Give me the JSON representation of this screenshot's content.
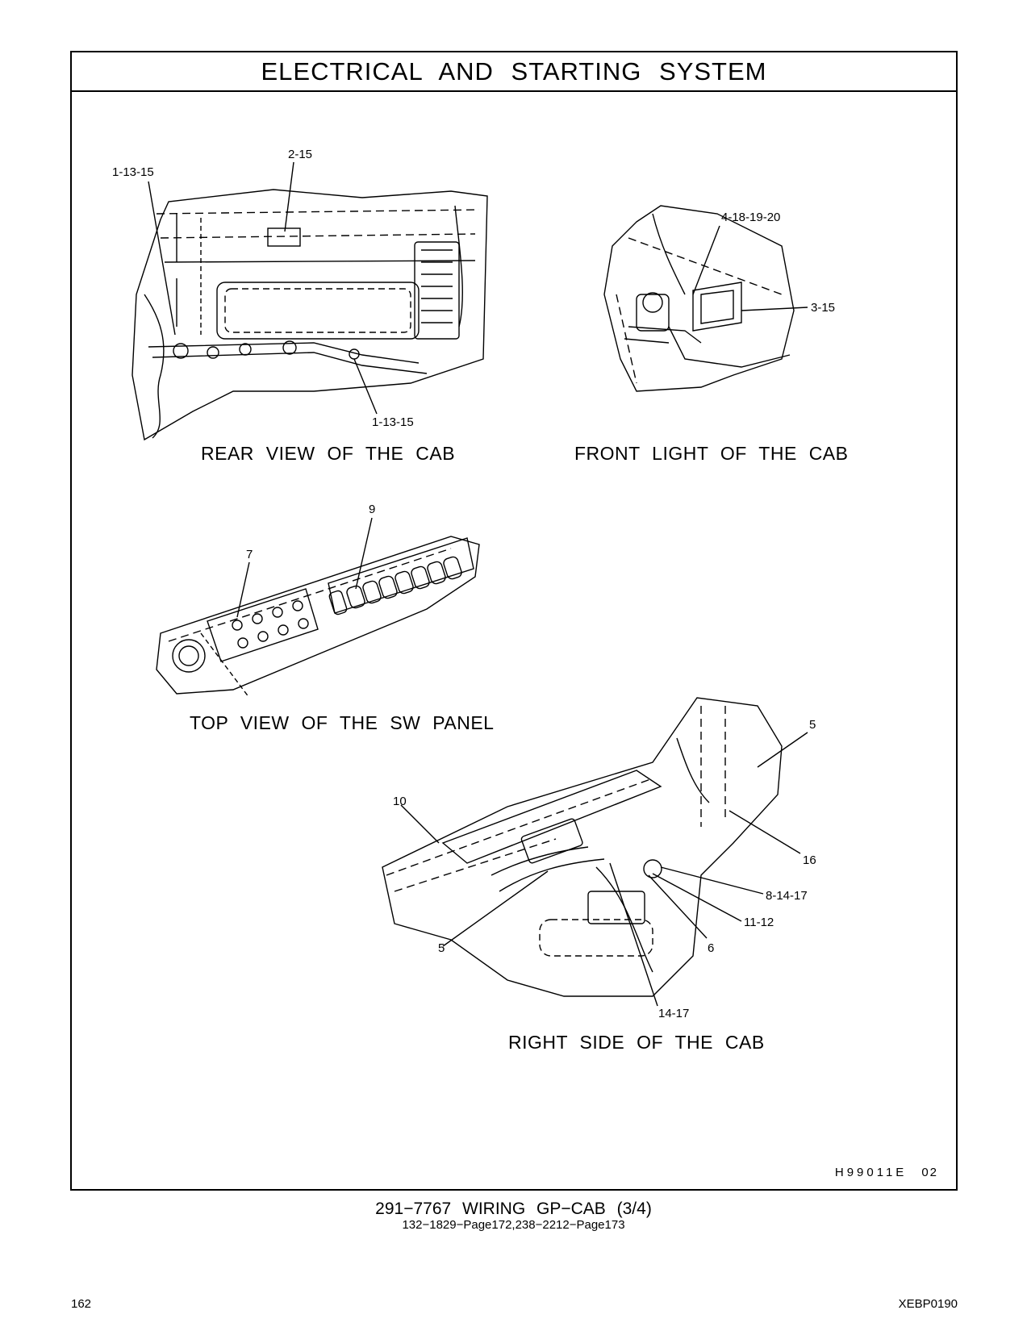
{
  "header": {
    "title": "ELECTRICAL AND STARTING SYSTEM"
  },
  "views": {
    "rear": {
      "caption": "REAR VIEW OF THE CAB",
      "callouts": [
        "1-13-15",
        "2-15",
        "1-13-15"
      ]
    },
    "front_light": {
      "caption": "FRONT LIGHT OF THE CAB",
      "callouts": [
        "4-18-19-20",
        "3-15"
      ]
    },
    "sw_panel": {
      "caption": "TOP VIEW OF THE SW PANEL",
      "callouts": [
        "9",
        "7"
      ]
    },
    "right_side": {
      "caption": "RIGHT SIDE OF THE CAB",
      "callouts": [
        "5",
        "10",
        "16",
        "8-14-17",
        "11-12",
        "5",
        "6",
        "14-17"
      ]
    }
  },
  "drawing_code": "H99011E",
  "drawing_rev": "02",
  "footer": {
    "title": "291−7767 WIRING GP−CAB (3/4)",
    "subtitle": "132−1829−Page172,238−2212−Page173",
    "page_number": "162",
    "doc_code": "XEBP0190"
  }
}
